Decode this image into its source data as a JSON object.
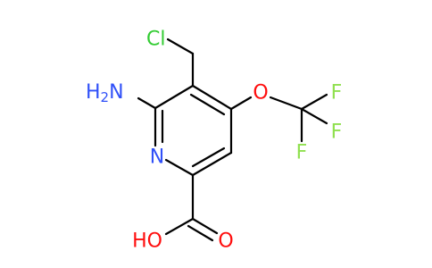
{
  "molecule": {
    "atoms": {
      "chlorine": {
        "label": "Cl",
        "color": "#33cc33"
      },
      "amino": {
        "label": "H",
        "subscript": "2",
        "suffix": "N",
        "color": "#3050f8"
      },
      "ring_nitrogen": {
        "label": "N",
        "color": "#3050f8"
      },
      "ether_oxygen": {
        "label": "O",
        "color": "#ff0d0d"
      },
      "fluorine_top": {
        "label": "F",
        "color": "#90e050"
      },
      "fluorine_right": {
        "label": "F",
        "color": "#90e050"
      },
      "fluorine_bottom": {
        "label": "F",
        "color": "#90e050"
      },
      "hydroxyl": {
        "label": "HO",
        "color": "#ff0d0d"
      },
      "carbonyl_oxygen": {
        "label": "O",
        "color": "#ff0d0d"
      }
    },
    "bond_color": "#000000"
  }
}
